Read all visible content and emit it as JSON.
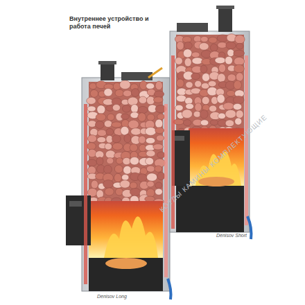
{
  "diagram": {
    "title": "Внутреннее устройство и работа печей",
    "labels": [
      "Denisov Short",
      "Denisov Long",
      "КОТЛЫ КАМИНЫ КОМПЛЕКТУЮЩИЕ"
    ]
  }
}
